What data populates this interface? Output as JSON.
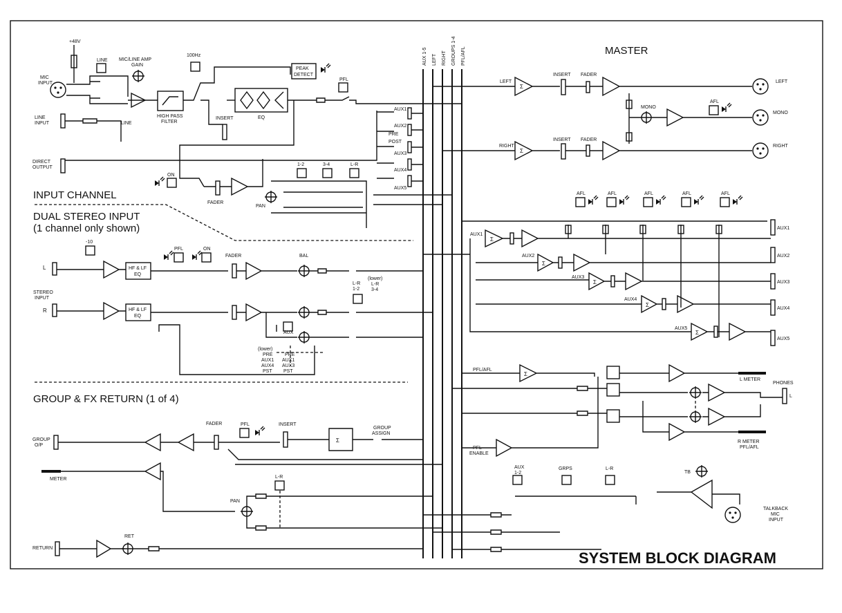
{
  "title": "SYSTEM BLOCK DIAGRAM",
  "sections": {
    "input_channel": "INPUT CHANNEL",
    "dual_stereo": "DUAL STEREO INPUT",
    "dual_stereo_note": "(1 channel only shown)",
    "group_fx": "GROUP & FX RETURN (1 of 4)",
    "master": "MASTER"
  },
  "buses": [
    "AUX 1-5",
    "LEFT",
    "RIGHT",
    "GROUPS 1-4",
    "PFL/AFL"
  ],
  "input_channel": {
    "phantom": "+48V",
    "mic_input": [
      "MIC",
      "INPUT"
    ],
    "line_switch": "LINE",
    "line_input": [
      "LINE",
      "INPUT"
    ],
    "mic_line_gain": [
      "MIC/LINE AMP",
      "GAIN"
    ],
    "hpf_switch": "100Hz",
    "hpf": [
      "HIGH PASS",
      "FILTER"
    ],
    "peak_detect": [
      "PEAK",
      "DETECT"
    ],
    "eq": "EQ",
    "insert": "INSERT",
    "pfl": "PFL",
    "direct_output": [
      "DIRECT",
      "OUTPUT"
    ],
    "on": "ON",
    "fader": "FADER",
    "pan": "PAN",
    "routing": [
      "1-2",
      "3-4",
      "L-R"
    ],
    "aux": [
      "AUX1",
      "AUX2",
      "PRE",
      "POST",
      "AUX3",
      "AUX4",
      "AUX5"
    ]
  },
  "stereo_input": {
    "pad": "-10",
    "inputs": [
      "L",
      "R"
    ],
    "stereo_input_label": [
      "STEREO",
      "INPUT"
    ],
    "eq": [
      "HF & LF",
      "EQ"
    ],
    "pfl": "PFL",
    "on": "ON",
    "fader": "FADER",
    "bal": "BAL",
    "aux": "AUX",
    "routing_label": [
      "L-R",
      "1-2"
    ],
    "lower_label": [
      "(lower)",
      "L-R",
      "3-4"
    ],
    "aux_assign_a": [
      "(lower)",
      "PRE",
      "AUX1",
      "AUX4",
      "PST"
    ],
    "aux_assign_b": [
      "PRE",
      "AUX1",
      "AUX3",
      "PST"
    ]
  },
  "group_fx": {
    "group_op": [
      "GROUP",
      "O/P"
    ],
    "fader": "FADER",
    "pfl": "PFL",
    "insert": "INSERT",
    "group_assign": [
      "GROUP",
      "ASSIGN"
    ],
    "meter": "METER",
    "lr": "L-R",
    "pan": "PAN",
    "ret": "RET",
    "return": "RETURN"
  },
  "master": {
    "left": "LEFT",
    "right": "RIGHT",
    "insert": "INSERT",
    "fader": "FADER",
    "mono": "MONO",
    "afl": "AFL",
    "out_left": "LEFT",
    "out_mono": "MONO",
    "out_right": "RIGHT",
    "aux_sums": [
      "AUX1",
      "AUX2",
      "AUX3",
      "AUX4",
      "AUX5"
    ],
    "aux_outs": [
      "AUX1",
      "AUX2",
      "AUX3",
      "AUX4",
      "AUX5"
    ],
    "pfl_afl": "PFL/AFL",
    "l_meter": "L METER",
    "phones": "PHONES",
    "phones_l": "L",
    "r_meter": [
      "R METER",
      "PFL/AFL"
    ],
    "pfl_enable": [
      "PFL",
      "ENABLE"
    ],
    "tb_switches": [
      [
        "AUX",
        "1-2"
      ],
      [
        "GRPS"
      ],
      [
        "L-R"
      ]
    ],
    "tb": "TB",
    "talkback": [
      "TALKBACK",
      "MIC",
      "INPUT"
    ]
  }
}
